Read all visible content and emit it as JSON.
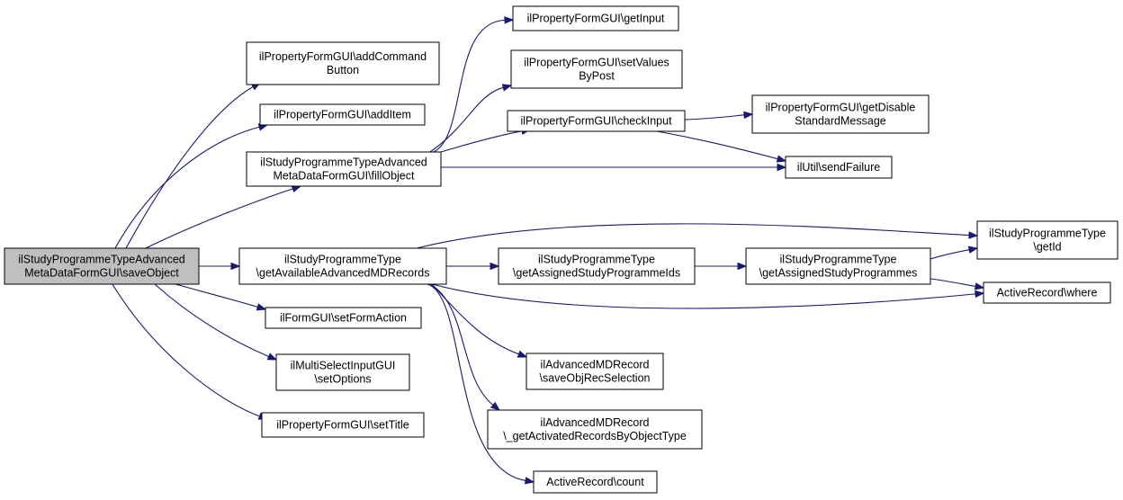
{
  "diagram": {
    "type": "call-graph",
    "colors": {
      "edge": "#191970",
      "root_fill": "#bfbfbf",
      "node_fill": "#ffffff",
      "node_stroke": "#000000"
    },
    "nodes": [
      {
        "id": "root",
        "lines": [
          "ilStudyProgrammeTypeAdvanced",
          "MetaDataFormGUI\\saveObject"
        ],
        "root": true
      },
      {
        "id": "addCommandButton",
        "lines": [
          "ilPropertyFormGUI\\addCommand",
          "Button"
        ]
      },
      {
        "id": "addItem",
        "lines": [
          "ilPropertyFormGUI\\addItem"
        ]
      },
      {
        "id": "fillObject",
        "lines": [
          "ilStudyProgrammeTypeAdvanced",
          "MetaDataFormGUI\\fillObject"
        ]
      },
      {
        "id": "getAvailable",
        "lines": [
          "ilStudyProgrammeType",
          "\\getAvailableAdvancedMDRecords"
        ]
      },
      {
        "id": "setFormAction",
        "lines": [
          "ilFormGUI\\setFormAction"
        ]
      },
      {
        "id": "setOptions",
        "lines": [
          "ilMultiSelectInputGUI",
          "\\setOptions"
        ]
      },
      {
        "id": "setTitle",
        "lines": [
          "ilPropertyFormGUI\\setTitle"
        ]
      },
      {
        "id": "getInput",
        "lines": [
          "ilPropertyFormGUI\\getInput"
        ]
      },
      {
        "id": "setValuesByPost",
        "lines": [
          "ilPropertyFormGUI\\setValues",
          "ByPost"
        ]
      },
      {
        "id": "checkInput",
        "lines": [
          "ilPropertyFormGUI\\checkInput"
        ]
      },
      {
        "id": "getDisableStd",
        "lines": [
          "ilPropertyFormGUI\\getDisable",
          "StandardMessage"
        ]
      },
      {
        "id": "sendFailure",
        "lines": [
          "ilUtil\\sendFailure"
        ]
      },
      {
        "id": "getAssignedIds",
        "lines": [
          "ilStudyProgrammeType",
          "\\getAssignedStudyProgrammeIds"
        ]
      },
      {
        "id": "getAssignedSP",
        "lines": [
          "ilStudyProgrammeType",
          "\\getAssignedStudyProgrammes"
        ]
      },
      {
        "id": "getId",
        "lines": [
          "ilStudyProgrammeType",
          "\\getId"
        ]
      },
      {
        "id": "arWhere",
        "lines": [
          "ActiveRecord\\where"
        ]
      },
      {
        "id": "saveObjRec",
        "lines": [
          "ilAdvancedMDRecord",
          "\\saveObjRecSelection"
        ]
      },
      {
        "id": "getActivated",
        "lines": [
          "ilAdvancedMDRecord",
          "\\_getActivatedRecordsByObjectType"
        ]
      },
      {
        "id": "arCount",
        "lines": [
          "ActiveRecord\\count"
        ]
      }
    ],
    "edges": [
      {
        "from": "root",
        "to": "addCommandButton"
      },
      {
        "from": "root",
        "to": "addItem"
      },
      {
        "from": "root",
        "to": "fillObject"
      },
      {
        "from": "root",
        "to": "getAvailable"
      },
      {
        "from": "root",
        "to": "setFormAction"
      },
      {
        "from": "root",
        "to": "setOptions"
      },
      {
        "from": "root",
        "to": "setTitle"
      },
      {
        "from": "fillObject",
        "to": "getInput"
      },
      {
        "from": "fillObject",
        "to": "setValuesByPost"
      },
      {
        "from": "fillObject",
        "to": "checkInput"
      },
      {
        "from": "fillObject",
        "to": "sendFailure"
      },
      {
        "from": "checkInput",
        "to": "getDisableStd"
      },
      {
        "from": "checkInput",
        "to": "sendFailure"
      },
      {
        "from": "getAvailable",
        "to": "getAssignedIds"
      },
      {
        "from": "getAvailable",
        "to": "getId"
      },
      {
        "from": "getAvailable",
        "to": "arWhere"
      },
      {
        "from": "getAvailable",
        "to": "saveObjRec"
      },
      {
        "from": "getAvailable",
        "to": "getActivated"
      },
      {
        "from": "getAvailable",
        "to": "arCount"
      },
      {
        "from": "getAssignedIds",
        "to": "getAssignedSP"
      },
      {
        "from": "getAssignedSP",
        "to": "getId"
      },
      {
        "from": "getAssignedSP",
        "to": "arWhere"
      }
    ]
  }
}
